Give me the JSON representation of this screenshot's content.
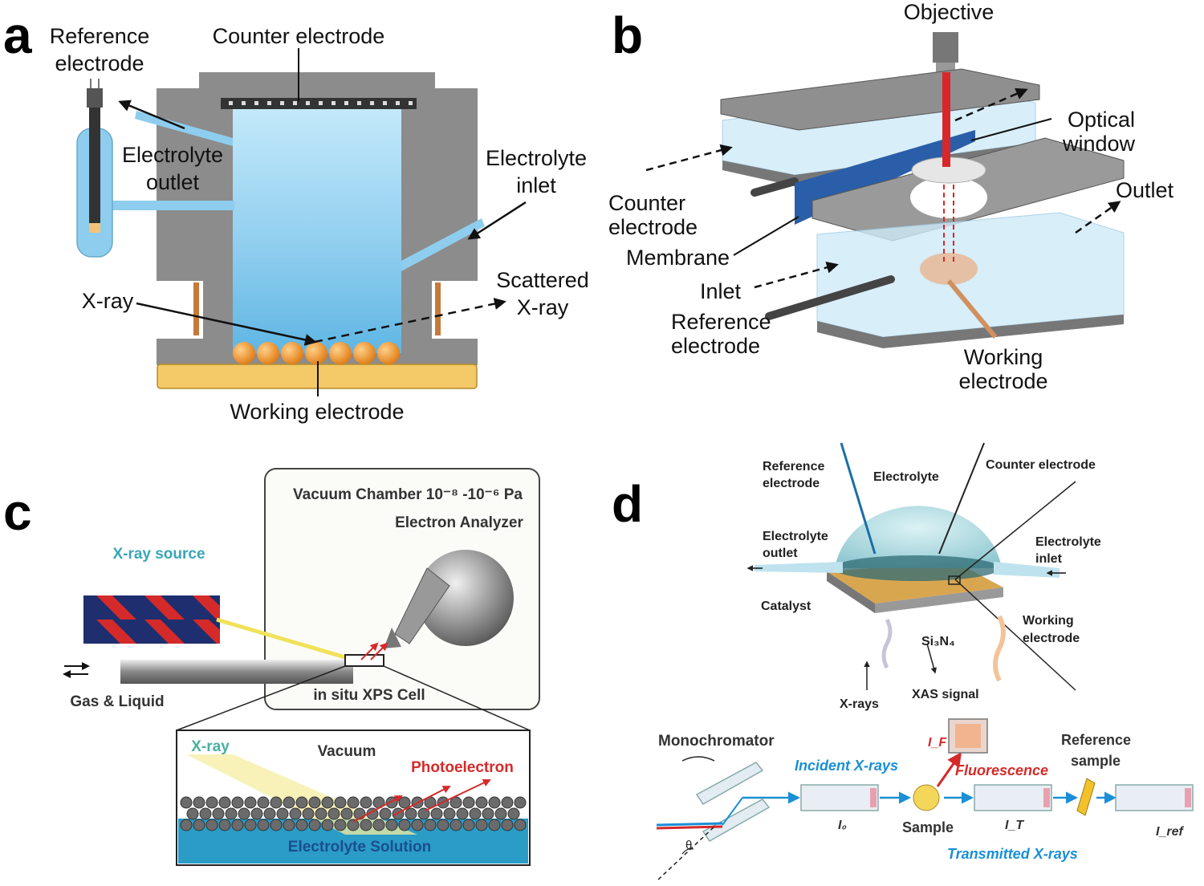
{
  "panel_a": {
    "letter": "a",
    "reference_electrode": [
      "Reference",
      "electrode"
    ],
    "counter_electrode": "Counter electrode",
    "electrolyte_outlet": [
      "Electrolyte",
      "outlet"
    ],
    "electrolyte_inlet": [
      "Electrolyte",
      "inlet"
    ],
    "scattered_xray": [
      "Scattered",
      "X-ray"
    ],
    "xray": "X-ray",
    "working_electrode": "Working electrode"
  },
  "panel_b": {
    "letter": "b",
    "objective": "Objective",
    "optical_window": [
      "Optical",
      "window"
    ],
    "outlet": "Outlet",
    "counter_electrode": [
      "Counter",
      "electrode"
    ],
    "membrane": "Membrane",
    "inlet": "Inlet",
    "reference_electrode": [
      "Reference",
      "electrode"
    ],
    "working_electrode": [
      "Working",
      "electrode"
    ]
  },
  "panel_c": {
    "letter": "c",
    "vacuum_chamber": "Vacuum Chamber 10⁻⁸ -10⁻⁶ Pa",
    "electron_analyzer": "Electron Analyzer",
    "xray_source": "X-ray source",
    "gas_liquid": "Gas & Liquid",
    "cell": "in situ XPS Cell",
    "xray": "X-ray",
    "vacuum": "Vacuum",
    "photoelectron": "Photoelectron",
    "electrolyte_solution": "Electrolyte Solution"
  },
  "panel_d": {
    "letter": "d",
    "reference_electrode": [
      "Reference",
      "electrode"
    ],
    "electrolyte": "Electrolyte",
    "counter_electrode": "Counter electrode",
    "electrolyte_outlet": [
      "Electrolyte",
      "outlet"
    ],
    "electrolyte_inlet": [
      "Electrolyte",
      "inlet"
    ],
    "catalyst": "Catalyst",
    "working_electrode": [
      "Working",
      "electrode"
    ],
    "si3n4": "Si₃N₄",
    "xrays": "X-rays",
    "xas_signal": "XAS signal",
    "monochromator": "Monochromator",
    "incident": "Incident X-rays",
    "fluorescence": "Fluorescence",
    "reference_sample": [
      "Reference",
      "sample"
    ],
    "i0": "I₀",
    "sample": "Sample",
    "it": "I_T",
    "iref": "I_ref",
    "if": "I_F",
    "theta": "θ",
    "transmitted": "Transmitted X-rays"
  },
  "colors": {
    "cell_gray": "#8e8e8e",
    "electrolyte_blue": "#9fd4f0",
    "gold": "#f2c867",
    "laser_red": "#d9262a",
    "accent_blue": "#1a8fd6",
    "fluorescence_red": "#d42a2a"
  }
}
